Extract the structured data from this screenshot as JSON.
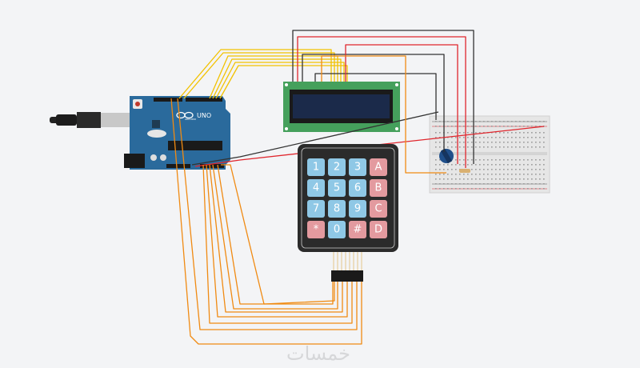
{
  "arduino": {
    "label": "UNO",
    "brand": "ARDUINO",
    "color": "#2a6a9c"
  },
  "lcd": {
    "frame_color": "#45a05c",
    "screen_color": "#1b2a4a"
  },
  "keypad": {
    "keys": [
      [
        {
          "label": "1",
          "type": "num"
        },
        {
          "label": "2",
          "type": "num"
        },
        {
          "label": "3",
          "type": "num"
        },
        {
          "label": "A",
          "type": "letter"
        }
      ],
      [
        {
          "label": "4",
          "type": "num"
        },
        {
          "label": "5",
          "type": "num"
        },
        {
          "label": "6",
          "type": "num"
        },
        {
          "label": "B",
          "type": "letter"
        }
      ],
      [
        {
          "label": "7",
          "type": "num"
        },
        {
          "label": "8",
          "type": "num"
        },
        {
          "label": "9",
          "type": "num"
        },
        {
          "label": "C",
          "type": "letter"
        }
      ],
      [
        {
          "label": "*",
          "type": "letter"
        },
        {
          "label": "0",
          "type": "num"
        },
        {
          "label": "#",
          "type": "letter"
        },
        {
          "label": "D",
          "type": "letter"
        }
      ]
    ],
    "num_color": "#8fc8e6",
    "letter_color": "#e39a9f"
  },
  "wire_colors": {
    "data_lcd": "#f2c200",
    "data_keypad": "#f08a12",
    "ground": "#333333",
    "power": "#e0262d"
  },
  "watermark": "خمسات"
}
